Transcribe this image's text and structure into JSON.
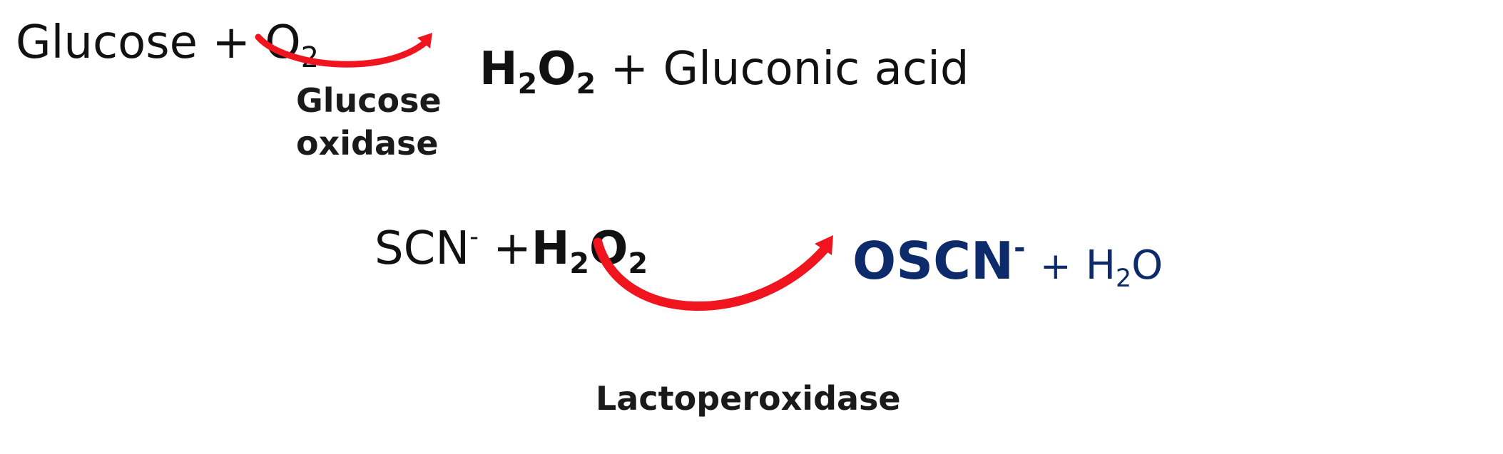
{
  "reaction1": {
    "reactant_1": "Glucose",
    "plus_1": "+",
    "reactant_2_base": "O",
    "reactant_2_sub": "2",
    "product_1_h": "H",
    "product_1_sub1": "2",
    "product_1_o": "O",
    "product_1_sub2": "2",
    "plus_2": "+",
    "product_2": "Gluconic acid",
    "enzyme_line1": "Glucose",
    "enzyme_line2": "oxidase"
  },
  "reaction2": {
    "reactant_1_base": "SCN",
    "reactant_1_sup": "-",
    "plus_1": "+",
    "reactant_2_h": "H",
    "reactant_2_sub1": "2",
    "reactant_2_o": "O",
    "reactant_2_sub2": "2",
    "product_1_base": "OSCN",
    "product_1_sup": "-",
    "plus_2": "+",
    "product_2_h": "H",
    "product_2_sub": "2",
    "product_2_o": "O",
    "enzyme": "Lactoperoxidase"
  },
  "colors": {
    "arrow": "#f0141e",
    "text": "#111111",
    "product_highlight": "#0d2a6b"
  }
}
